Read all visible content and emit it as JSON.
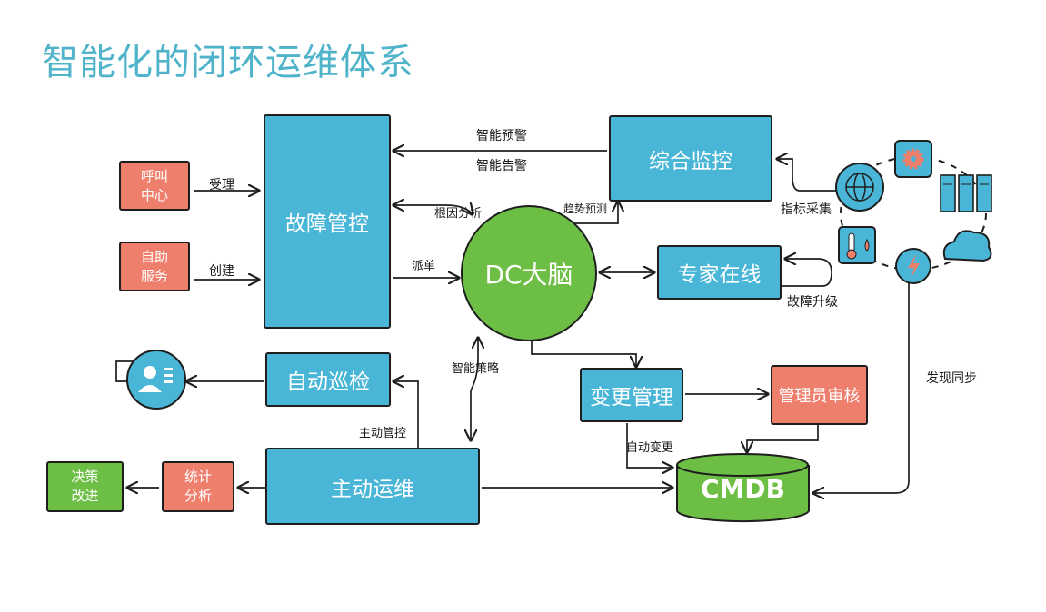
{
  "title": "智能化的闭环运维体系",
  "nodes": {
    "call_center": "呼叫\n中心",
    "self_service": "自助\n服务",
    "fault_control": "故障管控",
    "monitoring": "综合监控",
    "dc_brain": "DC大脑",
    "expert_online": "专家在线",
    "auto_inspection": "自动巡检",
    "change_mgmt": "变更管理",
    "admin_review": "管理员审核",
    "proactive_ops": "主动运维",
    "stats_analysis": "统计\n分析",
    "decision_improve": "决策\n改进",
    "cmdb": "CMDB"
  },
  "edge_labels": {
    "accept": "受理",
    "create": "创建",
    "smart_warning": "智能预警",
    "smart_alert": "智能告警",
    "root_cause": "根因分析",
    "trend_predict": "趋势预测",
    "dispatch": "派单",
    "metric_collect": "指标采集",
    "fault_escalate": "故障升级",
    "smart_strategy": "智能策略",
    "proactive_control": "主动管控",
    "auto_change": "自动变更",
    "discover_sync": "发现同步"
  },
  "icons": [
    "globe-icon",
    "gear-icon",
    "server-icon",
    "thermometer-icon",
    "cloud-icon",
    "power-icon",
    "user-card-icon"
  ],
  "colors": {
    "title": "#4fb3c9",
    "blue": "#4ab6d7",
    "salmon": "#ee7f6d",
    "green": "#6cbe45",
    "outline": "#1e1e1e"
  }
}
